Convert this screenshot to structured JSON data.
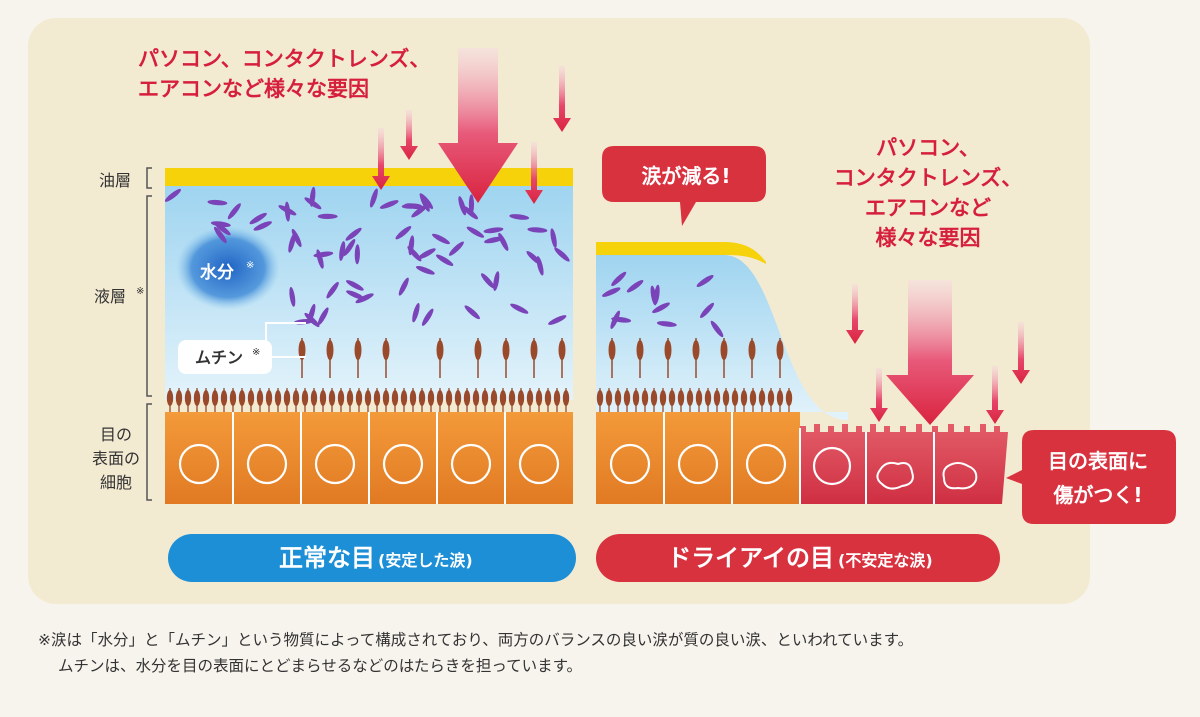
{
  "colors": {
    "panel_bg": "#f3ead2",
    "oil": "#f5d20a",
    "liquid_top": "#a9d9f2",
    "liquid_bottom": "#dff1fb",
    "cells": "#e88a2e",
    "damaged_cells": "#d9404e",
    "normal_pill": "#1c8fd6",
    "dry_pill": "#d9323f",
    "cause_text": "#d61f3c",
    "water_particle": "#7a43b8",
    "mucin": "#9a4a2a"
  },
  "labels": {
    "oil_layer": "油層",
    "liquid_layer": "液層",
    "liquid_mark": "※",
    "surface_cells_1": "目の",
    "surface_cells_2": "表面の",
    "surface_cells_3": "細胞"
  },
  "normal_eye": {
    "cause_line1": "パソコン、コンタクトレンズ、",
    "cause_line2": "エアコンなど様々な要因",
    "water": "水分",
    "water_mark": "※",
    "mucin": "ムチン",
    "mucin_mark": "※",
    "title": "正常な目",
    "subtitle": "(安定した涙)"
  },
  "dry_eye": {
    "cause_line1": "パソコン、",
    "cause_line2": "コンタクトレンズ、",
    "cause_line3": "エアコンなど",
    "cause_line4": "様々な要因",
    "tears_decrease": "涙が減る!",
    "damage_line1": "目の表面に",
    "damage_line2": "傷がつく!",
    "title": "ドライアイの目",
    "subtitle": "(不安定な涙)"
  },
  "footnote": {
    "line1": "※涙は「水分」と「ムチン」という物質によって構成されており、両方のバランスの良い涙が質の良い涙、といわれています。",
    "line2": "ムチンは、水分を目の表面にとどまらせるなどのはたらきを担っています。"
  }
}
